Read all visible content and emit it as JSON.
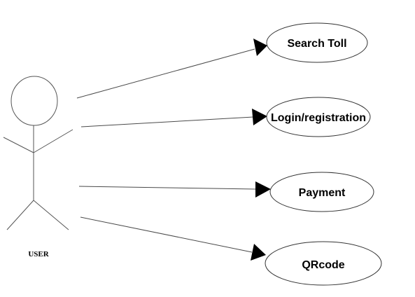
{
  "actor": {
    "label": "USER"
  },
  "use_cases": [
    {
      "label": "Search Toll"
    },
    {
      "label": "Login/registration"
    },
    {
      "label": "Payment"
    },
    {
      "label": "QRcode"
    }
  ],
  "colors": {
    "line": "#4a4a4a",
    "ellipse_stroke": "#333333",
    "text": "#000000",
    "arrowhead": "#000000",
    "background": "#ffffff"
  }
}
